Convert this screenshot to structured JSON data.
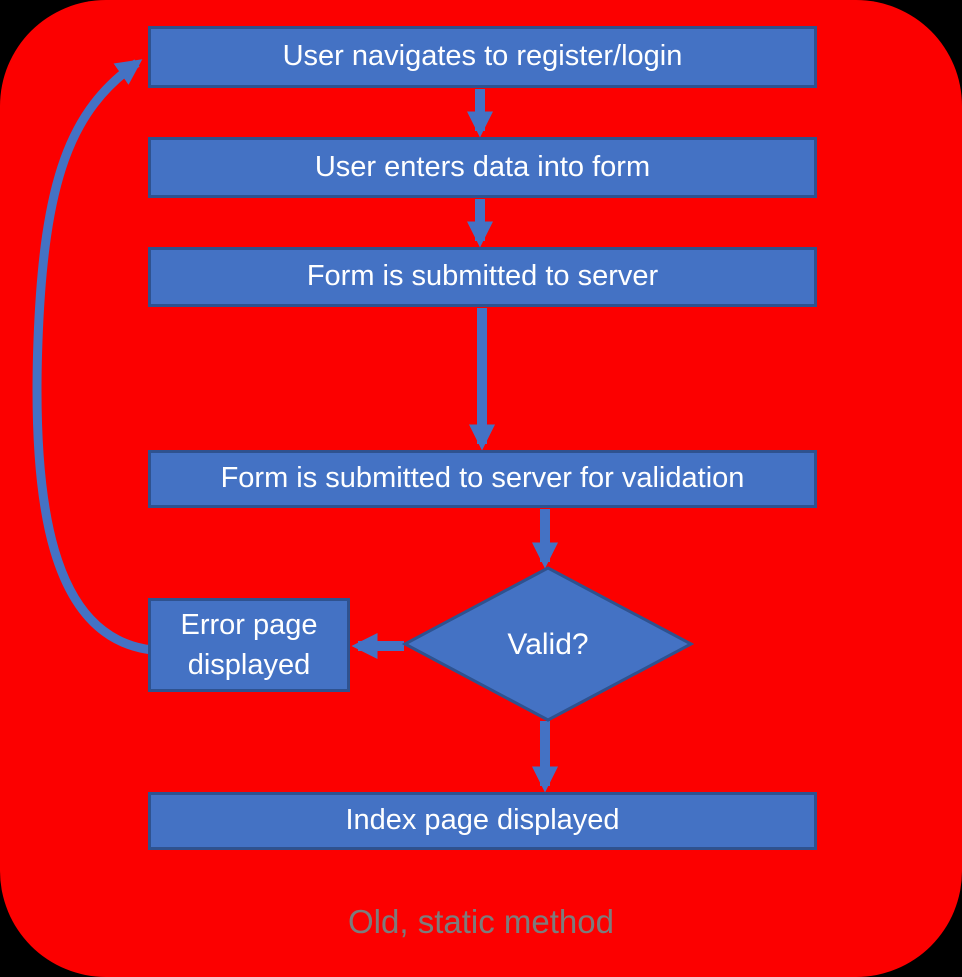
{
  "diagram": {
    "caption": "Old, static method",
    "nodes": {
      "navigate": {
        "label": "User navigates to register/login",
        "type": "process"
      },
      "enter": {
        "label": "User enters data into form",
        "type": "process"
      },
      "submit": {
        "label": "Form is submitted to server",
        "type": "process"
      },
      "validate": {
        "label": "Form is submitted to server for validation",
        "type": "process"
      },
      "valid": {
        "label": "Valid?",
        "type": "decision"
      },
      "error": {
        "label": "Error page displayed",
        "type": "process"
      },
      "index": {
        "label": "Index page displayed",
        "type": "process"
      }
    },
    "connections": [
      {
        "from": "navigate",
        "to": "enter",
        "direction": "down"
      },
      {
        "from": "enter",
        "to": "submit",
        "direction": "down"
      },
      {
        "from": "submit",
        "to": "validate",
        "direction": "down"
      },
      {
        "from": "validate",
        "to": "valid",
        "direction": "down"
      },
      {
        "from": "valid",
        "to": "error",
        "direction": "left"
      },
      {
        "from": "valid",
        "to": "index",
        "direction": "down"
      },
      {
        "from": "error",
        "to": "navigate",
        "direction": "curved-up-left"
      }
    ],
    "colors": {
      "background": "#FC0000",
      "outside": "#000000",
      "node_fill": "#4472C4",
      "node_border": "#2F528F",
      "arrow": "#4472C4",
      "node_text": "#FFFFFF",
      "caption_text": "#7C7C7C"
    }
  }
}
